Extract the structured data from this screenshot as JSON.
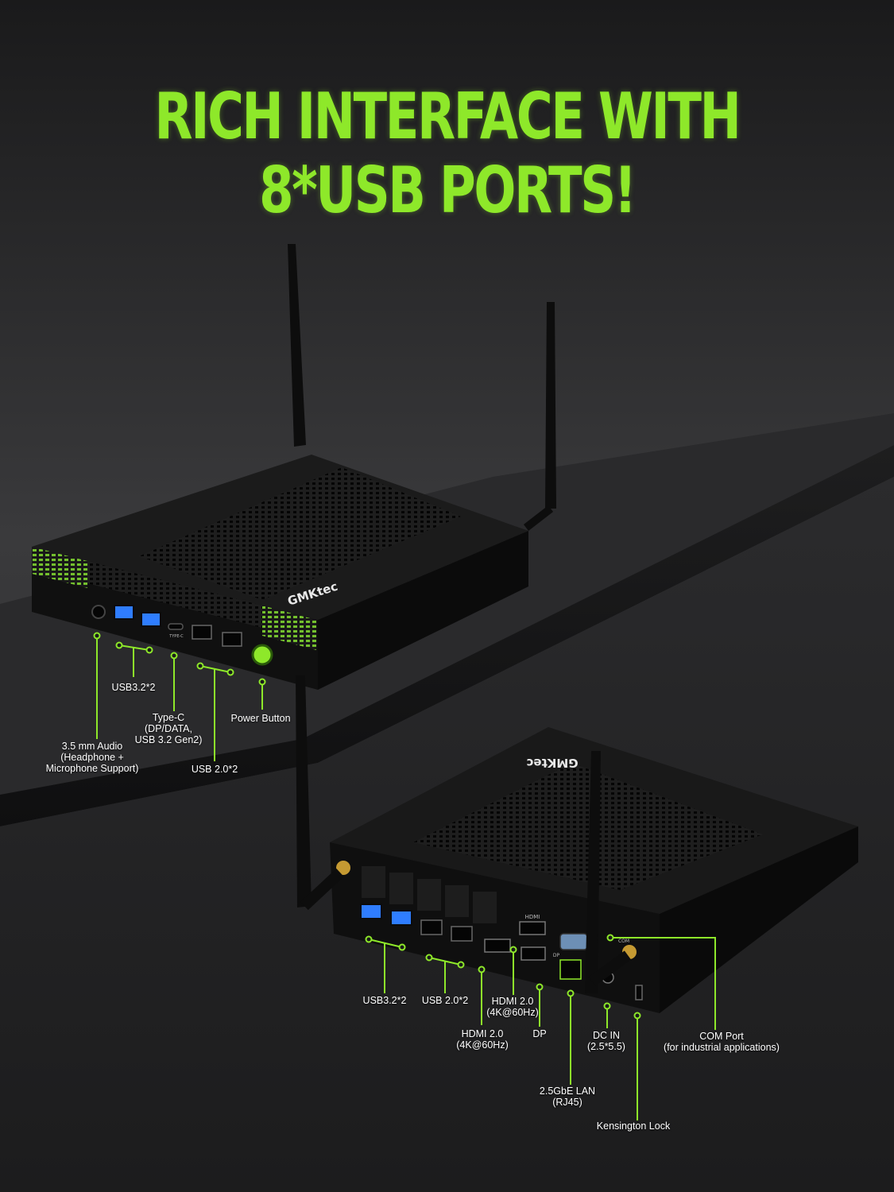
{
  "headline": "RICH INTERFACE WITH 8*USB PORTS!",
  "colors": {
    "accent": "#8ee82a",
    "background": "#2c2c2e",
    "device": "#141414",
    "usb3_blue": "#2f7dff"
  },
  "brand": {
    "front_logo": "GMKtec",
    "rear_logo": "GMKtec"
  },
  "front_labels": {
    "usb32": "USB3.2*2",
    "typec": "Type-C\n(DP/DATA,\nUSB 3.2 Gen2)",
    "power": "Power Button",
    "audio": "3.5 mm Audio\n(Headphone +\nMicrophone Support)",
    "usb20": "USB 2.0*2"
  },
  "rear_labels": {
    "usb32": "USB3.2*2",
    "usb20": "USB 2.0*2",
    "hdmi_upper": "HDMI 2.0\n(4K@60Hz)",
    "hdmi_lower": "HDMI 2.0\n(4K@60Hz)",
    "dp": "DP",
    "lan": "2.5GbE LAN\n(RJ45)",
    "dcin": "DC IN\n(2.5*5.5)",
    "com": "COM Port\n(for industrial applications)",
    "kensington": "Kensington Lock"
  },
  "port_marks": {
    "typec": "TYPE-C",
    "hdmi": "HDMI",
    "dp": "DP",
    "com": "COM"
  }
}
